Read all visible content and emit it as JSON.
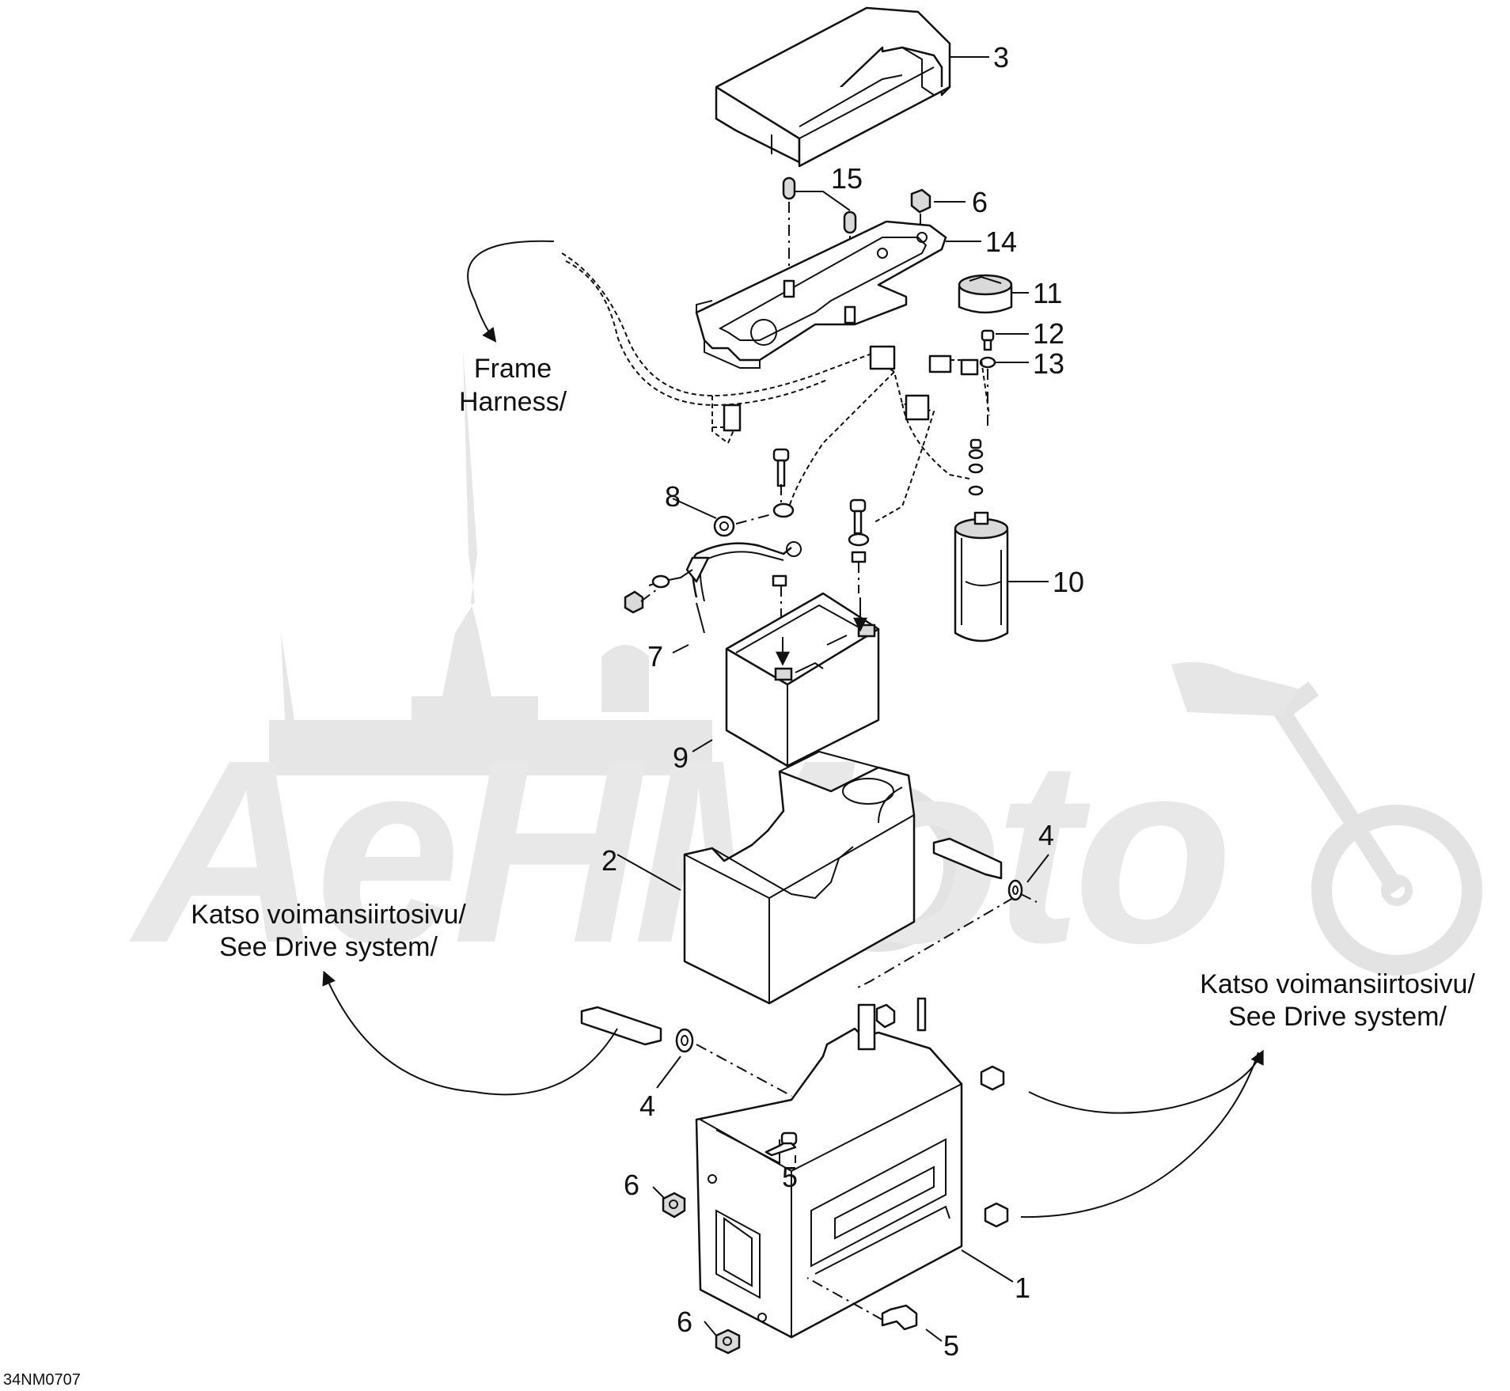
{
  "diagram": {
    "drawing_code": "34NM0707",
    "watermark_text": "AeHMoto",
    "notes": {
      "frame_harness": [
        "Frame",
        "Harness/"
      ],
      "drive_left": [
        "Katso voimansiirtosivu/",
        "See Drive system/"
      ],
      "drive_right": [
        "Katso voimansiirtosivu/",
        "See Drive system/"
      ]
    },
    "callouts": {
      "p1": "1",
      "p2": "2",
      "p3": "3",
      "p4a": "4",
      "p4b": "4",
      "p5a": "5",
      "p5b": "5",
      "p6a": "6",
      "p6b": "6",
      "p6c": "6",
      "p7": "7",
      "p8": "8",
      "p9": "9",
      "p10": "10",
      "p11": "11",
      "p12": "12",
      "p13": "13",
      "p14": "14",
      "p15": "15"
    }
  }
}
